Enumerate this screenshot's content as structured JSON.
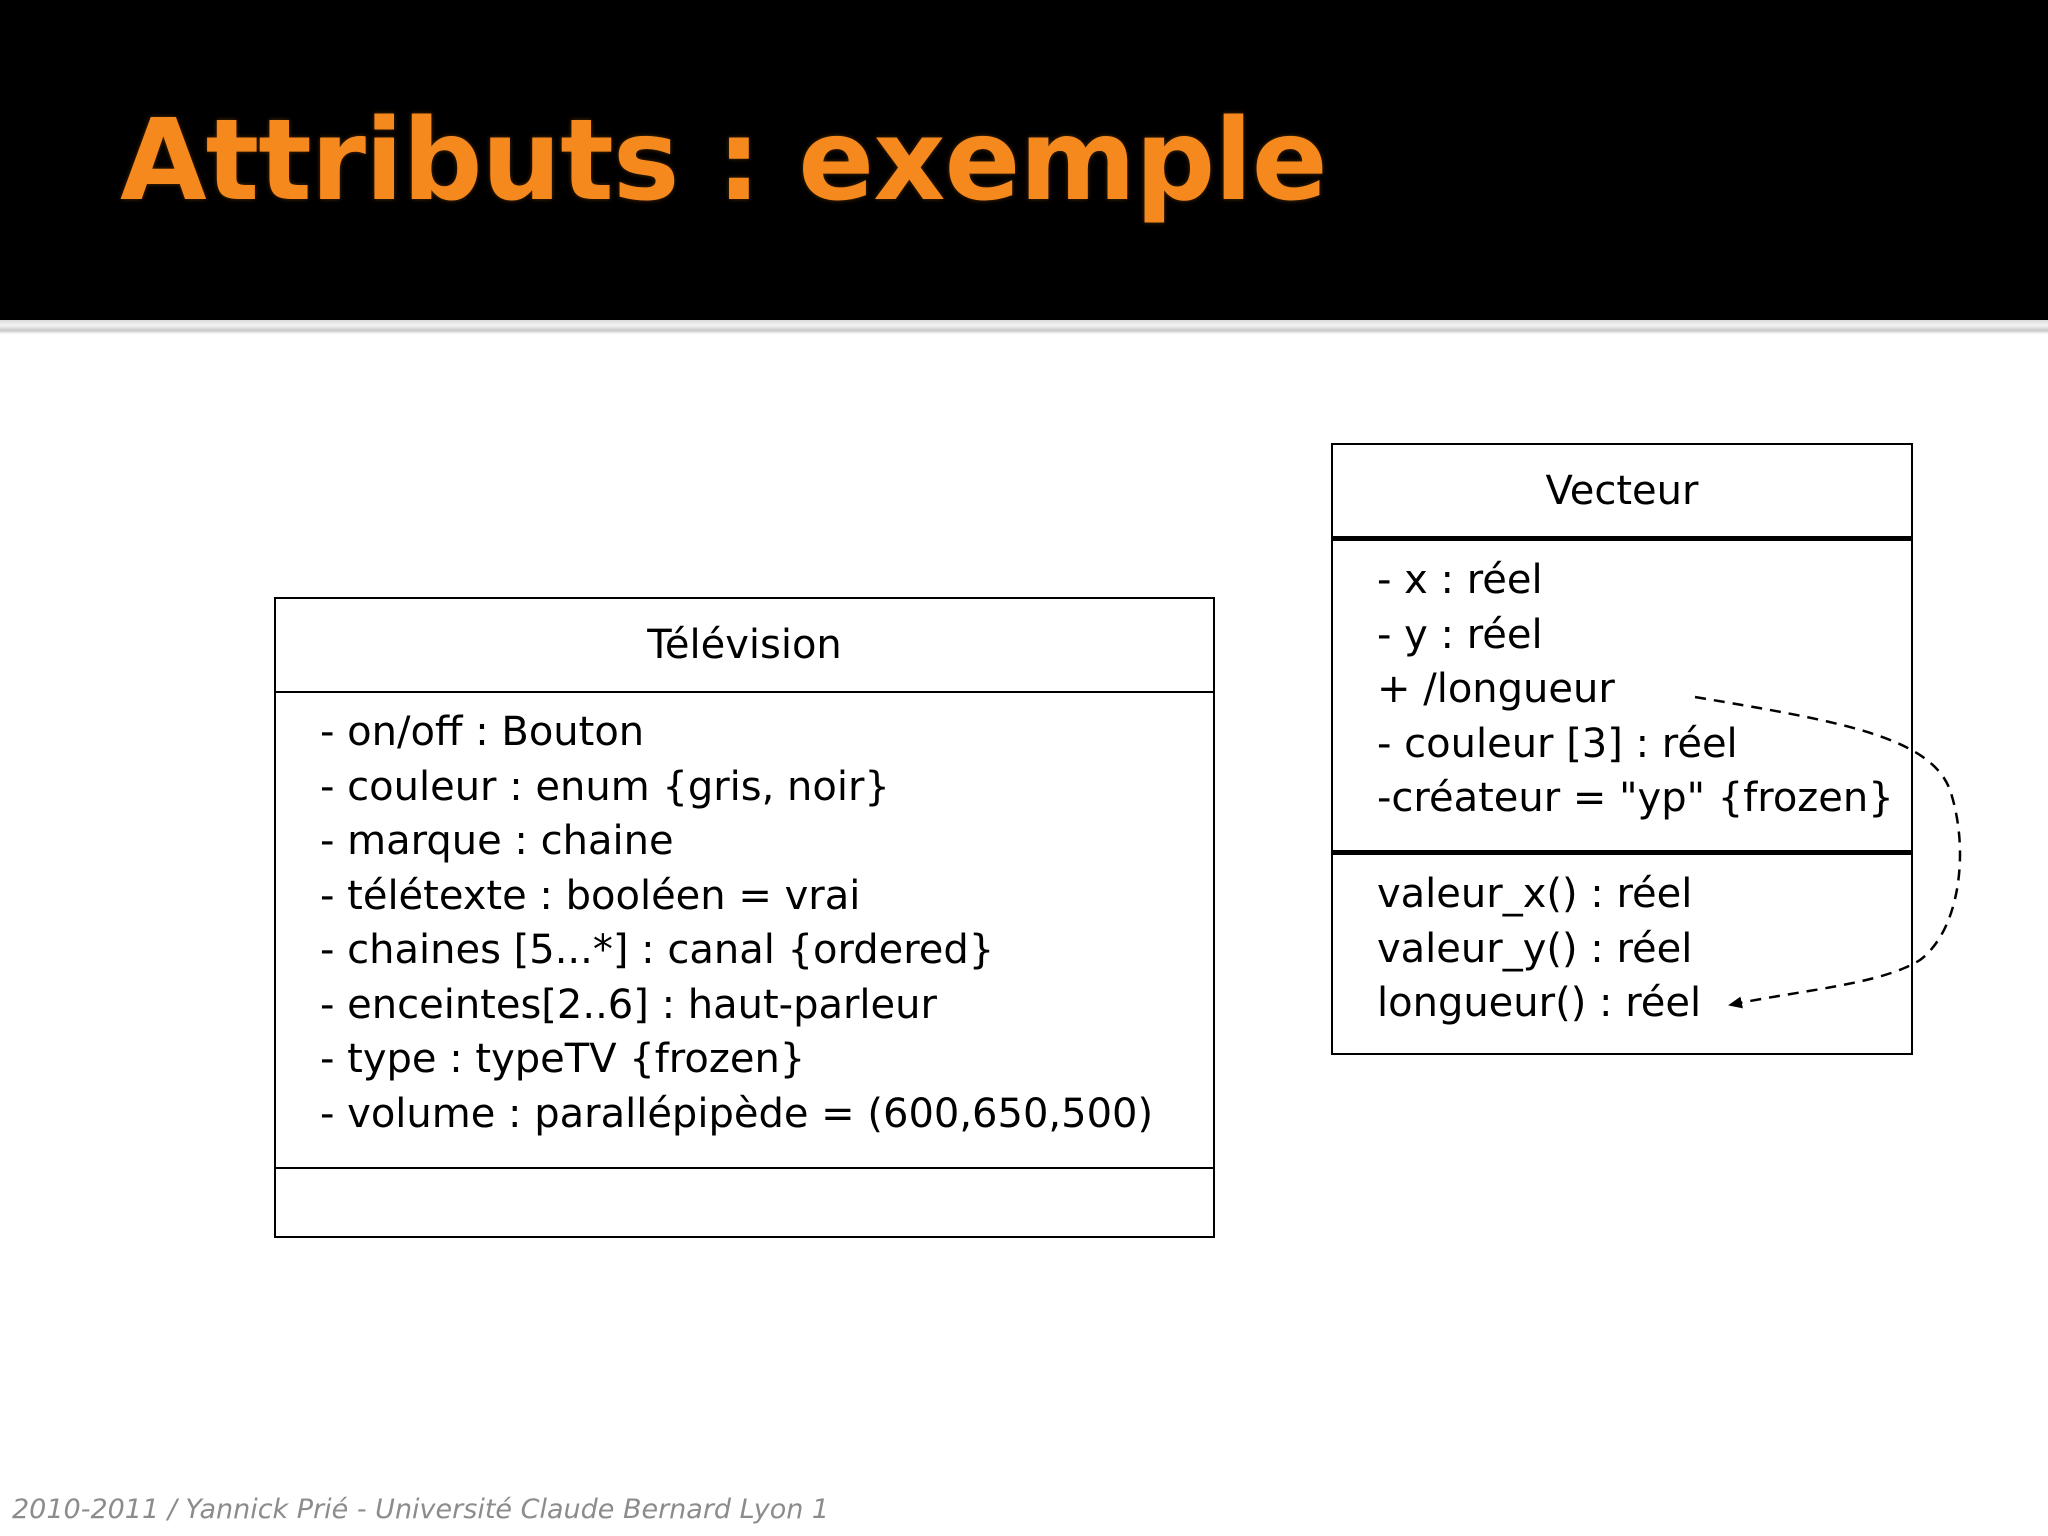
{
  "slide": {
    "title": "Attributs : exemple",
    "footer": "2010-2011 / Yannick Prié - Université Claude Bernard Lyon 1"
  },
  "colors": {
    "title": "#f5891e",
    "header_bg": "#000000",
    "footer_text": "#8c8c8c"
  },
  "television": {
    "name": "Télévision",
    "attributes": [
      "- on/off : Bouton",
      "- couleur : enum {gris, noir}",
      "- marque : chaine",
      "- télétexte : booléen = vrai",
      "- chaines [5...*] : canal {ordered}",
      "- enceintes[2..6] : haut-parleur",
      "- type : typeTV {frozen}",
      "- volume : parallépipède = (600,650,500)"
    ],
    "operations": []
  },
  "vecteur": {
    "name": "Vecteur",
    "attributes": [
      "- x : réel",
      "- y : réel",
      "+ /longueur",
      "- couleur [3] : réel",
      "-créateur = \"yp\" {frozen}"
    ],
    "operations": [
      "valeur_x() : réel",
      "valeur_y() : réel",
      "longueur() : réel"
    ]
  }
}
